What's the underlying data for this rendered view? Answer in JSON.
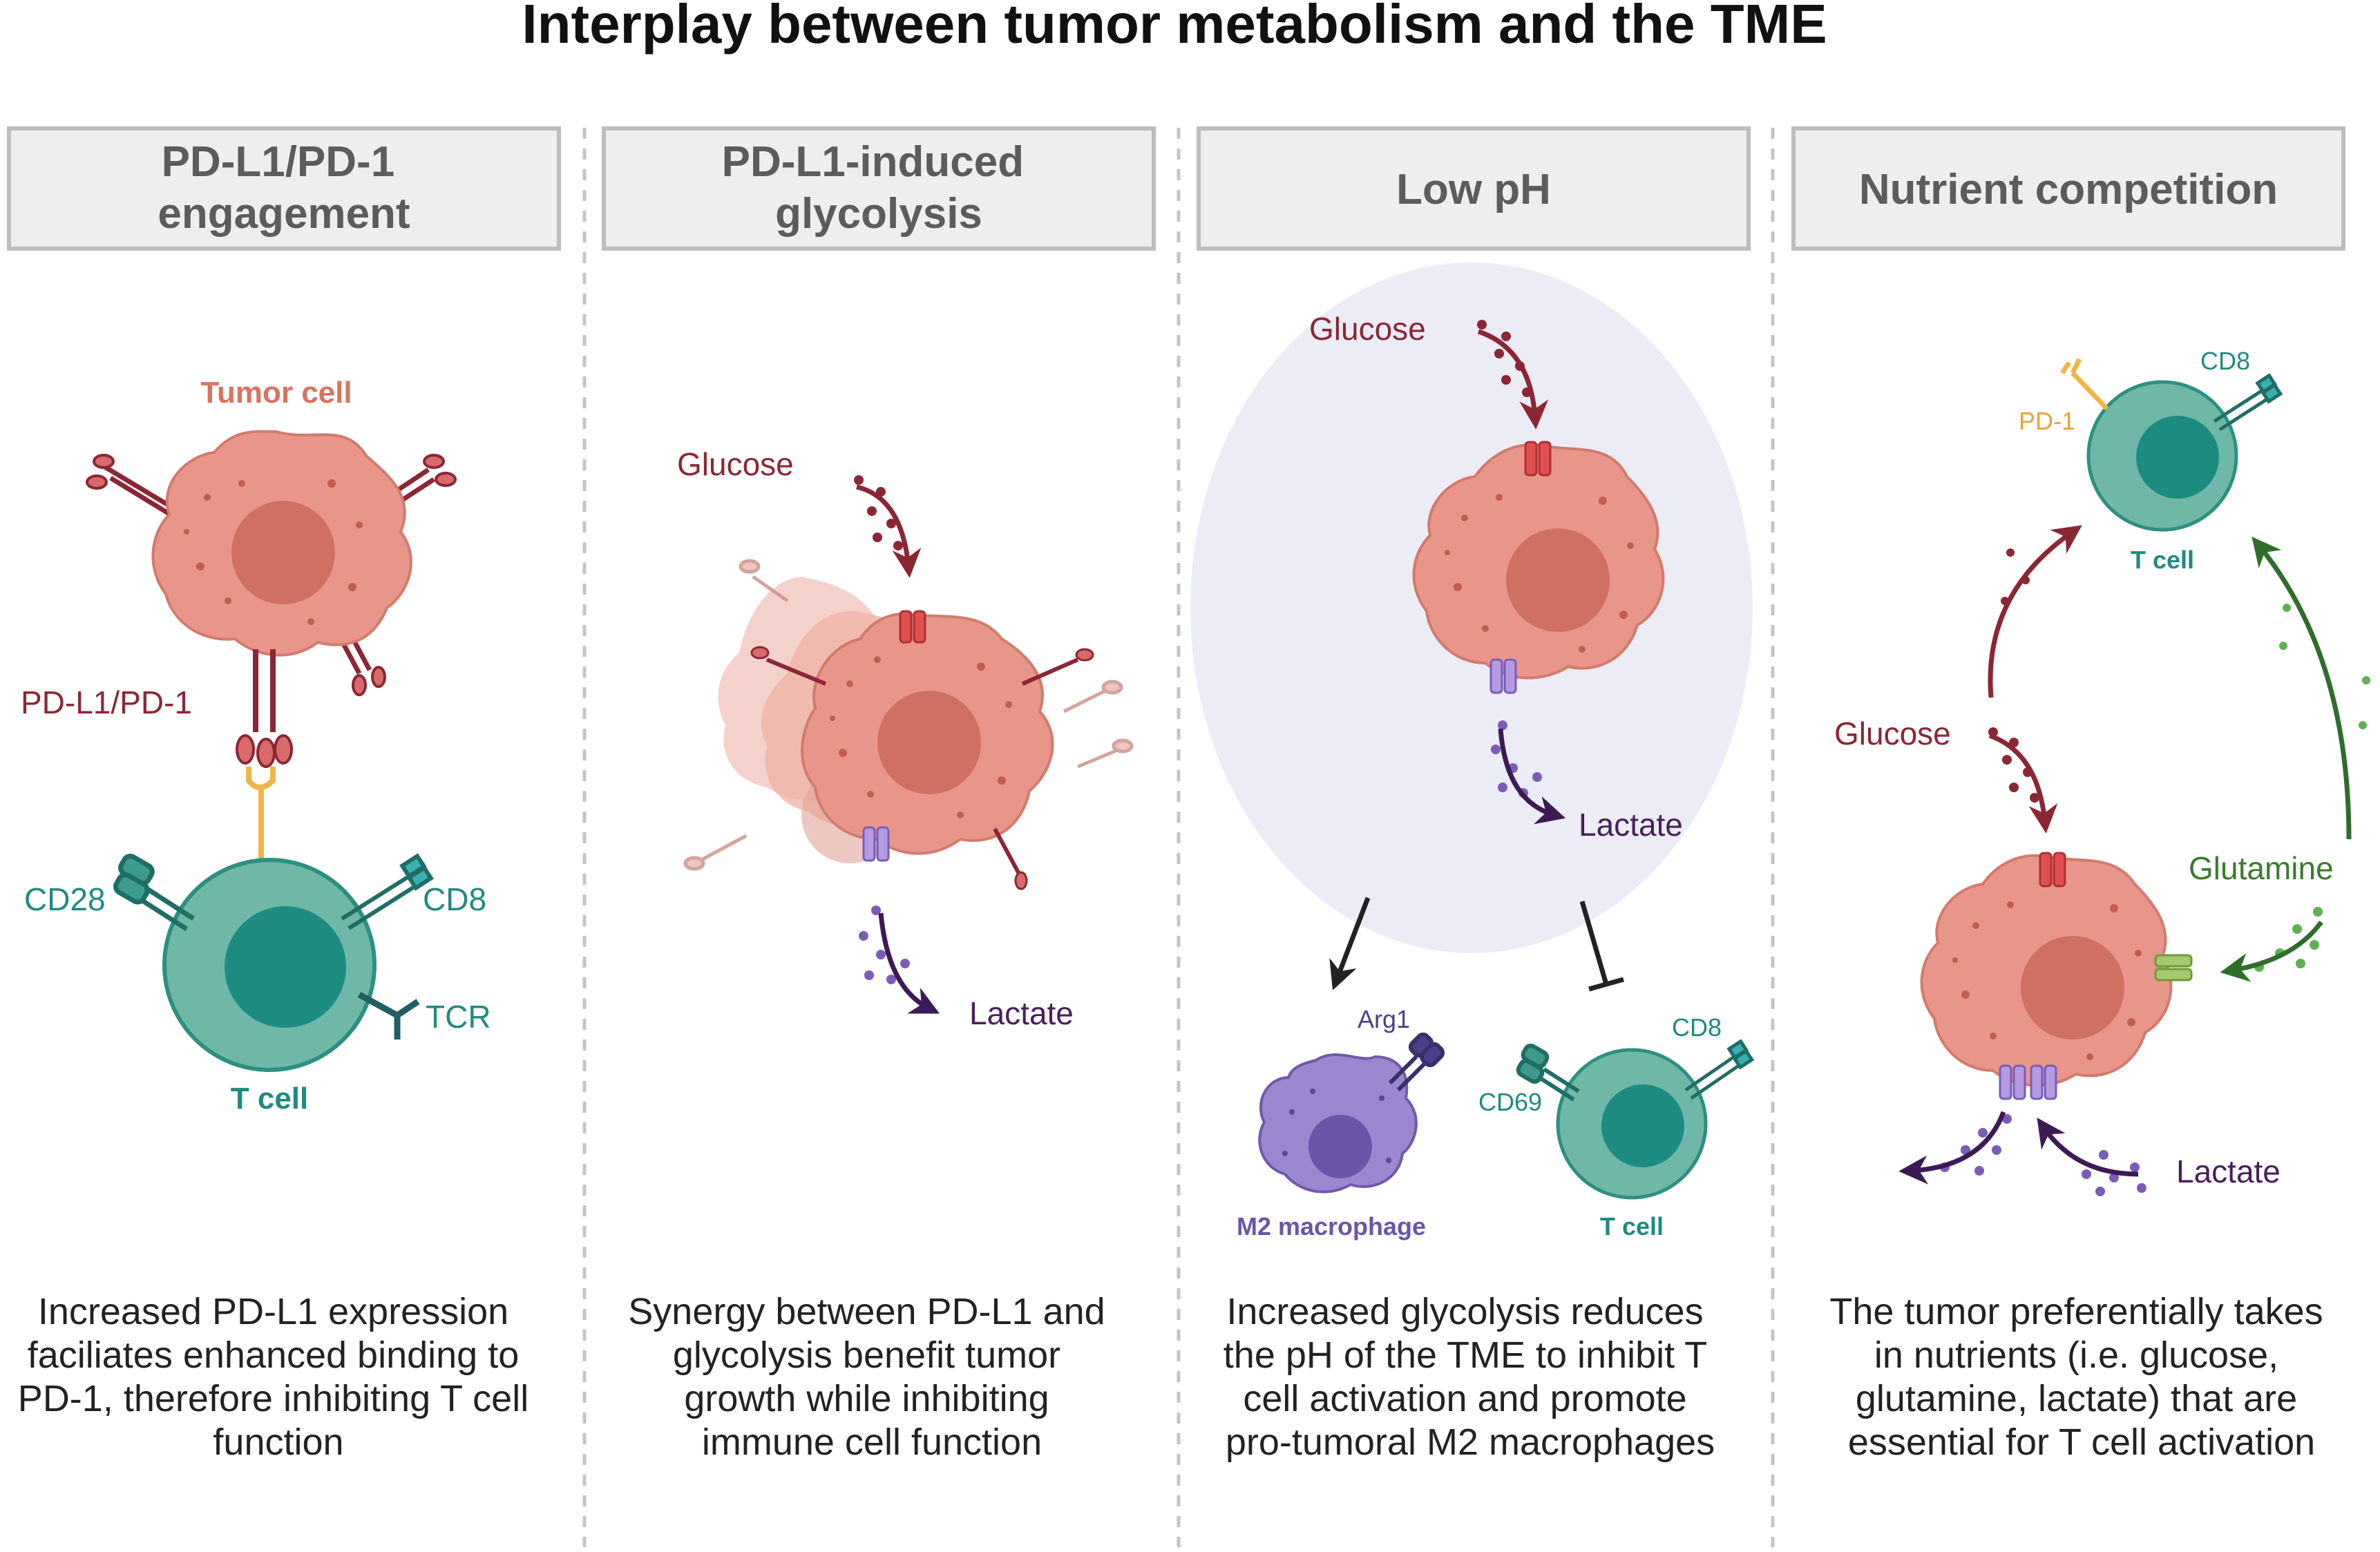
{
  "title": "Interplay between tumor metabolism and the TME",
  "panels": [
    {
      "header_lines": [
        "PD-L1/PD-1",
        "engagement"
      ],
      "labels": {
        "tumor_cell": "Tumor cell",
        "pdl1_pd1": "PD-L1/PD-1",
        "cd28": "CD28",
        "cd8": "CD8",
        "tcr": "TCR",
        "t_cell": "T cell"
      },
      "caption_lines": [
        "Increased PD-L1 expression",
        "faciliates enhanced binding to",
        "PD-1, therefore inhibiting T cell",
        "function"
      ]
    },
    {
      "header_lines": [
        "PD-L1-induced",
        "glycolysis"
      ],
      "labels": {
        "glucose": "Glucose",
        "lactate": "Lactate"
      },
      "caption_lines": [
        "Synergy between PD-L1 and",
        "glycolysis benefit  tumor",
        "growth while inhibiting",
        "immune cell function"
      ]
    },
    {
      "header_lines": [
        "Low pH"
      ],
      "labels": {
        "glucose": "Glucose",
        "lactate": "Lactate",
        "arg1": "Arg1",
        "m2_macrophage": "M2 macrophage",
        "cd69": "CD69",
        "cd8": "CD8",
        "t_cell": "T cell"
      },
      "caption_lines": [
        "Increased glycolysis reduces",
        "the pH of the TME to inhibit T",
        "cell activation and promote",
        "pro-tumoral M2 macrophages"
      ]
    },
    {
      "header_lines": [
        "Nutrient competition"
      ],
      "labels": {
        "pd1": "PD-1",
        "cd8": "CD8",
        "t_cell": "T cell",
        "glucose": "Glucose",
        "glutamine": "Glutamine",
        "lactate": "Lactate"
      },
      "caption_lines": [
        "The tumor preferentially takes",
        "in nutrients (i.e. glucose,",
        "glutamine, lactate) that are",
        "essential for T cell activation"
      ]
    }
  ],
  "colors": {
    "tumor_fill": "#e9968a",
    "tumor_nucleus": "#cf7062",
    "tcell_fill": "#6fb8a8",
    "tcell_nucleus": "#1d8c80",
    "macrophage_fill": "#9b87cf",
    "receptor_dark_red": "#8b2635",
    "pd1_yellow": "#f0b545",
    "glucose_text": "#8b2635",
    "lactate_text": "#4a1f5a",
    "teal_text": "#1f8a80",
    "glutamine_green": "#3d7a2f",
    "ph_halo": "#ececf6",
    "header_box": "#eeeeee"
  },
  "icons": [
    "tumor-cell-icon",
    "t-cell-icon",
    "macrophage-icon",
    "transporter-icon",
    "arrow-icon",
    "inhibition-icon"
  ]
}
